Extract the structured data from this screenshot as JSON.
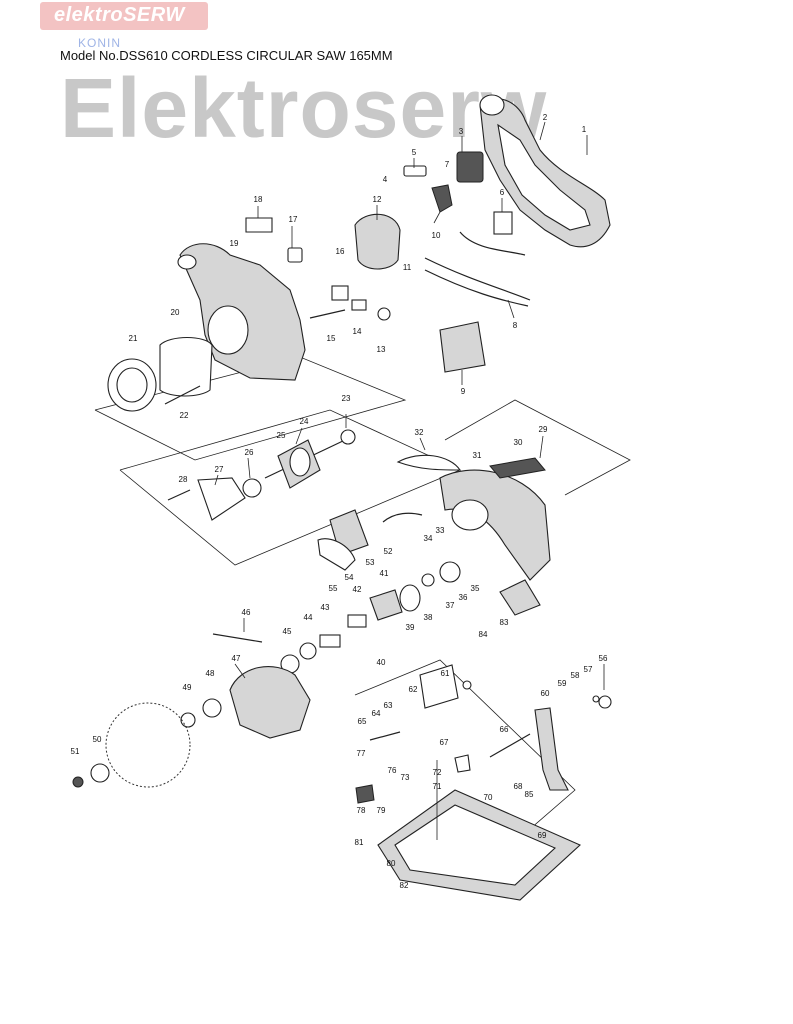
{
  "header": {
    "logo_text": "elektroSERW",
    "logo_subtext": "KONIN",
    "model_title": "Model No.DSS610 CORDLESS CIRCULAR SAW 165MM",
    "watermark": "Elektroserw"
  },
  "diagram": {
    "part_numbers": [
      "1",
      "2",
      "3",
      "4",
      "5",
      "6",
      "7",
      "8",
      "9",
      "10",
      "11",
      "12",
      "13",
      "14",
      "15",
      "16",
      "17",
      "18",
      "19",
      "20",
      "21",
      "22",
      "23",
      "24",
      "25",
      "26",
      "27",
      "28",
      "29",
      "30",
      "31",
      "32",
      "33",
      "34",
      "35",
      "36",
      "37",
      "38",
      "39",
      "40",
      "41",
      "42",
      "43",
      "44",
      "45",
      "46",
      "47",
      "48",
      "49",
      "50",
      "51",
      "52",
      "53",
      "54",
      "55",
      "56",
      "57",
      "58",
      "59",
      "60",
      "61",
      "62",
      "63",
      "64",
      "65",
      "66",
      "67",
      "68",
      "69",
      "70",
      "71",
      "72",
      "73",
      "76",
      "77",
      "78",
      "79",
      "80",
      "81",
      "82",
      "83",
      "84",
      "85"
    ]
  }
}
